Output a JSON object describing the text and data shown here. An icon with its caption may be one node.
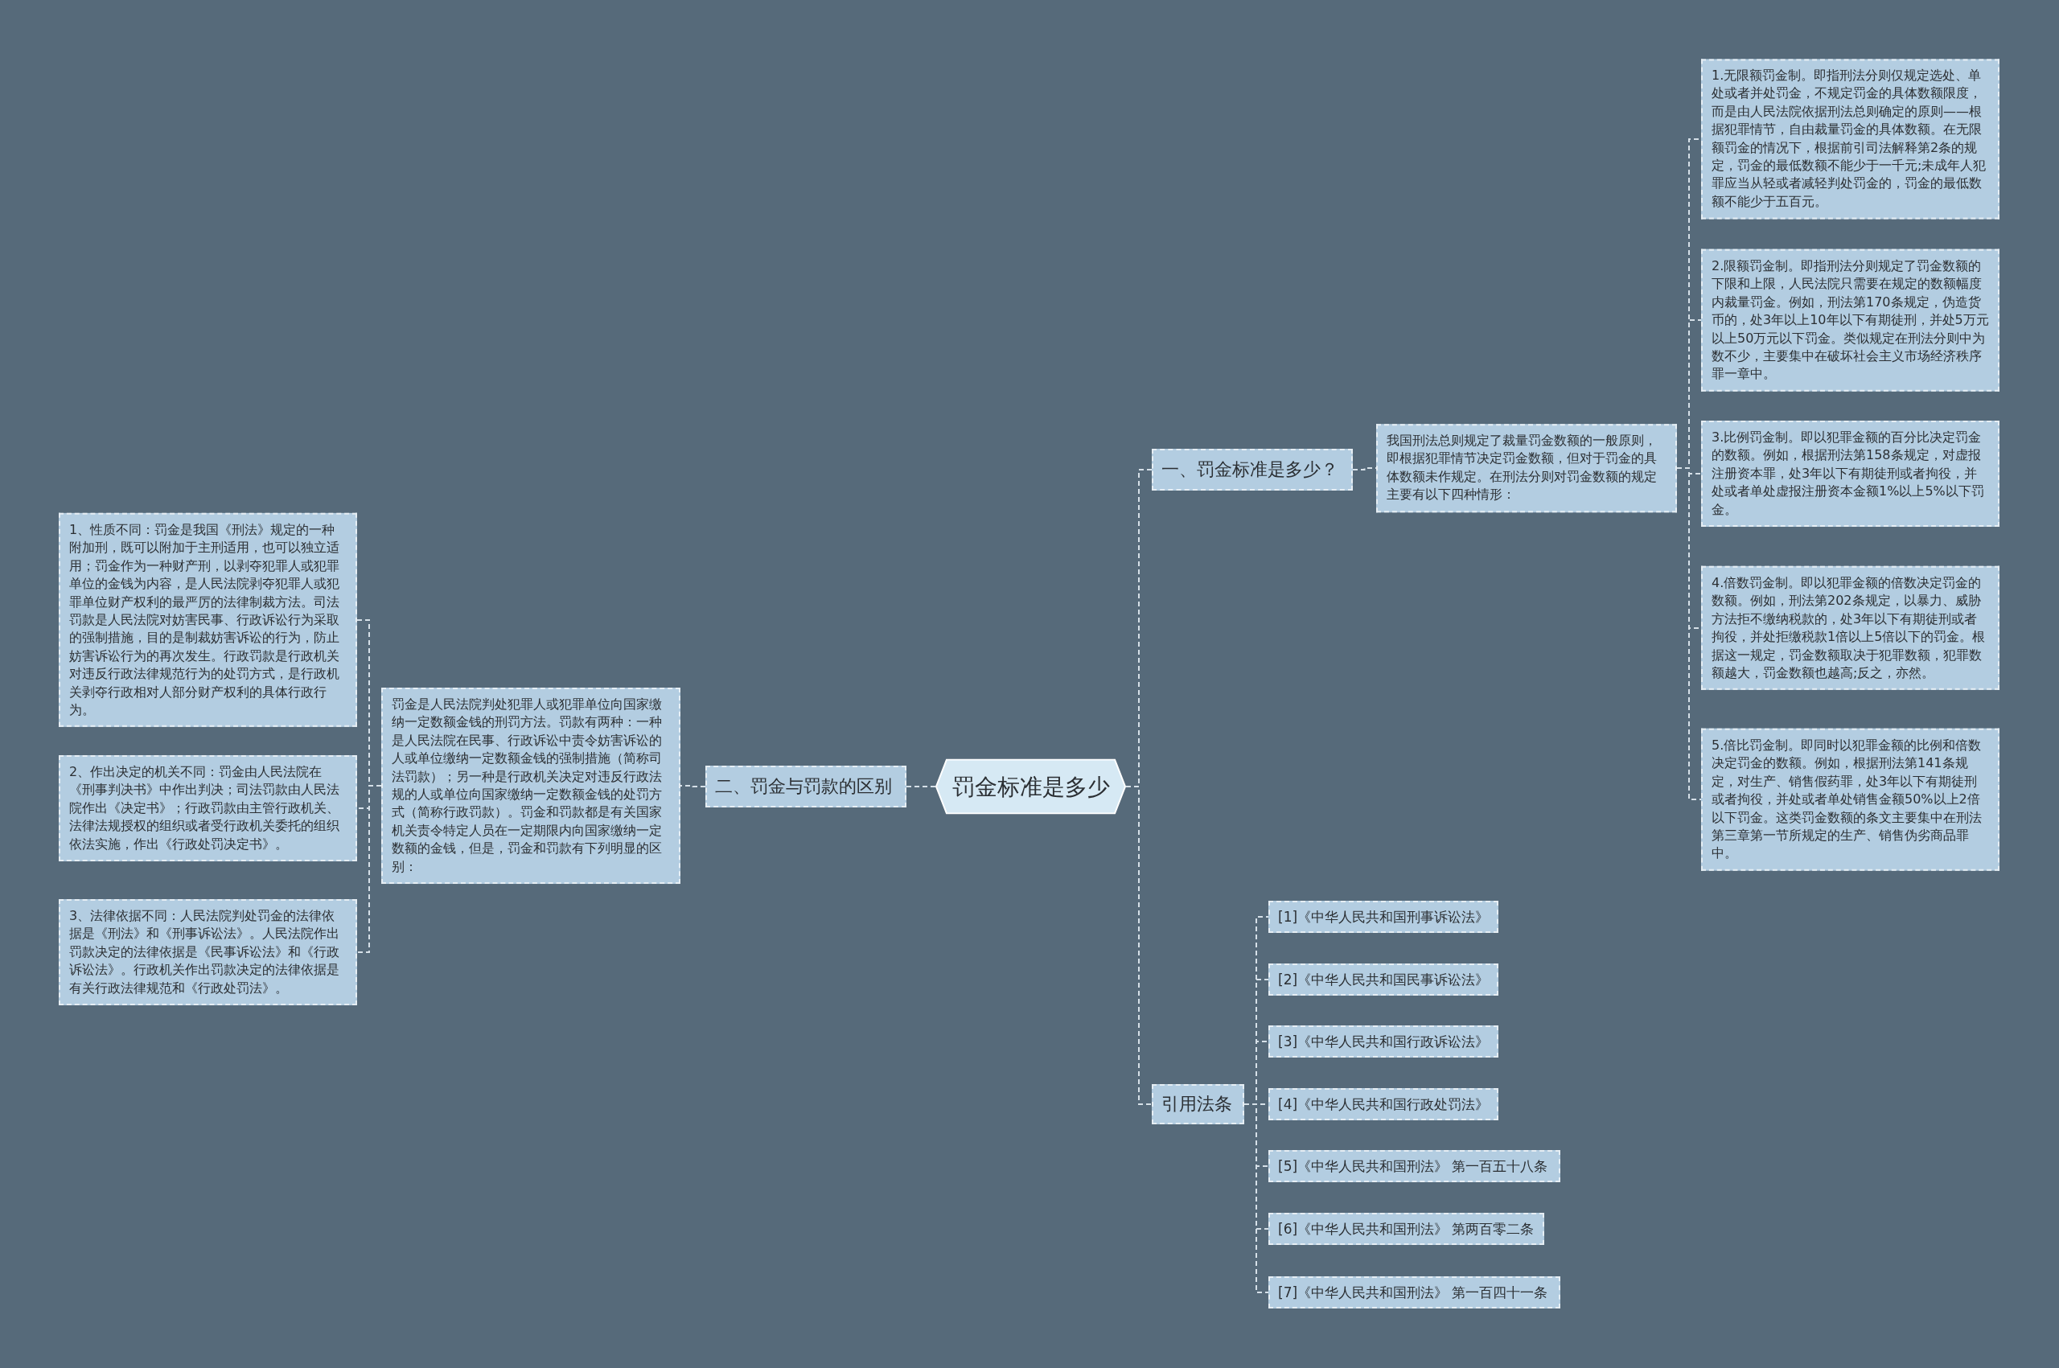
{
  "diagram": {
    "nodes": [
      {
        "text": [
          "罚金标准是多少"
        ]
      },
      {
        "text": [
          "一、罚金标准是多少？"
        ]
      },
      {
        "text": [
          "我国刑法总则规定了裁量罚金数额的一般原则，即根据犯罪情节决定罚金数额，但对于罚金的具体数额未作规定。在刑法分则对罚金数额的规定主要有以下四种情形："
        ]
      },
      {
        "text": [
          "1.无限额罚金制。即指刑法分则仅规定选处、单处或者并处罚金，不规定罚金的具体数额限度，而是由人民法院依据刑法总则确定的原则——根据犯罪情节，自由裁量罚金的具体数额。在无限额罚金的情况下，根据前引司法解释第2条的规定，罚金的最低数额不能少于一千元;未成年人犯罪应当从轻或者减轻判处罚金的，罚金的最低数额不能少于五百元。"
        ]
      },
      {
        "text": [
          "2.限额罚金制。即指刑法分则规定了罚金数额的下限和上限，人民法院只需要在规定的数额幅度内裁量罚金。例如，刑法第170条规定，伪造货币的，处3年以上10年以下有期徒刑，并处5万元以上50万元以下罚金。类似规定在刑法分则中为数不少，主要集中在破坏社会主义市场经济秩序罪一章中。"
        ]
      },
      {
        "text": [
          "3.比例罚金制。即以犯罪金额的百分比决定罚金的数额。例如，根据刑法第158条规定，对虚报注册资本罪，处3年以下有期徒刑或者拘役，并处或者单处虚报注册资本金额1%以上5%以下罚金。"
        ]
      },
      {
        "text": [
          "4.倍数罚金制。即以犯罪金额的倍数决定罚金的数额。例如，刑法第202条规定，以暴力、威胁方法拒不缴纳税款的，处3年以下有期徒刑或者拘役，并处拒缴税款1倍以上5倍以下的罚金。根据这一规定，罚金数额取决于犯罪数额，犯罪数额越大，罚金数额也越高;反之，亦然。"
        ]
      },
      {
        "text": [
          "5.倍比罚金制。即同时以犯罪金额的比例和倍数决定罚金的数额。例如，根据刑法第141条规定，对生产、销售假药罪，处3年以下有期徒刑或者拘役，并处或者单处销售金额50%以上2倍以下罚金。这类罚金数额的条文主要集中在刑法第三章第一节所规定的生产、销售伪劣商品罪中。"
        ]
      },
      {
        "text": [
          "二、罚金与罚款的区别"
        ]
      },
      {
        "text": [
          "罚金是人民法院判处犯罪人或犯罪单位向国家缴纳一定数额金钱的刑罚方法。罚款有两种：一种是人民法院在民事、行政诉讼中责令妨害诉讼的人或单位缴纳一定数额金钱的强制措施（简称司法罚款）；另一种是行政机关决定对违反行政法规的人或单位向国家缴纳一定数额金钱的处罚方式（简称行政罚款）。罚金和罚款都是有关国家机关责令特定人员在一定期限内向国家缴纳一定数额的金钱，但是，罚金和罚款有下列明显的区别："
        ]
      },
      {
        "text": [
          "1、性质不同：罚金是我国《刑法》规定的一种附加刑，既可以附加于主刑适用，也可以独立适用；罚金作为一种财产刑，以剥夺犯罪人或犯罪单位的金钱为内容，是人民法院剥夺犯罪人或犯罪单位财产权利的最严厉的法律制裁方法。司法罚款是人民法院对妨害民事、行政诉讼行为采取的强制措施，目的是制裁妨害诉讼的行为，防止妨害诉讼行为的再次发生。行政罚款是行政机关对违反行政法律规范行为的处罚方式，是行政机关剥夺行政相对人部分财产权利的具体行政行为。"
        ]
      },
      {
        "text": [
          "2、作出决定的机关不同：罚金由人民法院在《刑事判决书》中作出判决；司法罚款由人民法院作出《决定书》；行政罚款由主管行政机关、法律法规授权的组织或者受行政机关委托的组织依法实施，作出《行政处罚决定书》。"
        ]
      },
      {
        "text": [
          "3、法律依据不同：人民法院判处罚金的法律依据是《刑法》和《刑事诉讼法》。人民法院作出罚款决定的法律依据是《民事诉讼法》和《行政诉讼法》。行政机关作出罚款决定的法律依据是有关行政法律规范和《行政处罚法》。"
        ]
      },
      {
        "text": [
          "引用法条"
        ]
      },
      {
        "text": [
          "[1]《中华人民共和国刑事诉讼法》"
        ]
      },
      {
        "text": [
          "[2]《中华人民共和国民事诉讼法》"
        ]
      },
      {
        "text": [
          "[3]《中华人民共和国行政诉讼法》"
        ]
      },
      {
        "text": [
          "[4]《中华人民共和国行政处罚法》"
        ]
      },
      {
        "text": [
          "[5]《中华人民共和国刑法》 第一百五十八条"
        ]
      },
      {
        "text": [
          "[6]《中华人民共和国刑法》 第两百零二条"
        ]
      },
      {
        "text": [
          "[7]《中华人民共和国刑法》 第一百四十一条"
        ]
      }
    ],
    "edges": [
      {
        "from": 0,
        "to": 1,
        "arrow": "none"
      },
      {
        "from": 1,
        "to": 2,
        "arrow": "none"
      },
      {
        "from": 2,
        "to": 3,
        "arrow": "none"
      },
      {
        "from": 2,
        "to": 4,
        "arrow": "none"
      },
      {
        "from": 2,
        "to": 5,
        "arrow": "none"
      },
      {
        "from": 2,
        "to": 6,
        "arrow": "none"
      },
      {
        "from": 2,
        "to": 7,
        "arrow": "none"
      },
      {
        "from": 0,
        "to": 8,
        "arrow": "none"
      },
      {
        "from": 8,
        "to": 9,
        "arrow": "none"
      },
      {
        "from": 9,
        "to": 10,
        "arrow": "none"
      },
      {
        "from": 9,
        "to": 11,
        "arrow": "none"
      },
      {
        "from": 9,
        "to": 12,
        "arrow": "none"
      },
      {
        "from": 0,
        "to": 13,
        "arrow": "none"
      },
      {
        "from": 13,
        "to": 14,
        "arrow": "none"
      },
      {
        "from": 13,
        "to": 15,
        "arrow": "none"
      },
      {
        "from": 13,
        "to": 16,
        "arrow": "none"
      },
      {
        "from": 13,
        "to": 17,
        "arrow": "none"
      },
      {
        "from": 13,
        "to": 18,
        "arrow": "none"
      },
      {
        "from": 13,
        "to": 19,
        "arrow": "none"
      },
      {
        "from": 13,
        "to": 20,
        "arrow": "none"
      }
    ]
  }
}
